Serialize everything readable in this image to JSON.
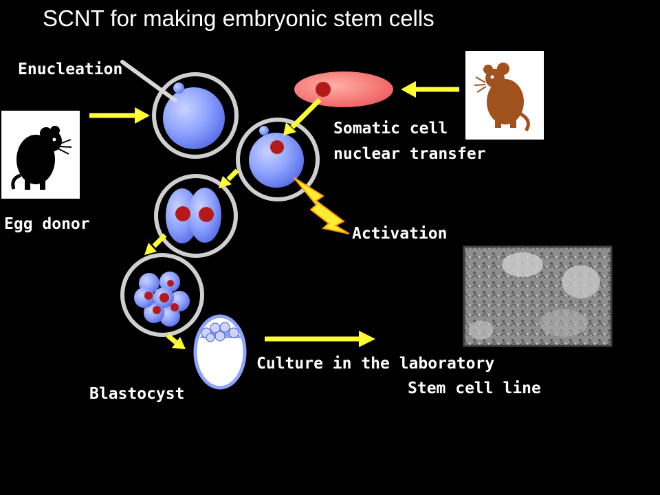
{
  "title": "SCNT for making embryonic stem cells",
  "labels": {
    "enucleation": "Enucleation",
    "egg_donor": "Egg donor",
    "somatic_line1": "Somatic cell",
    "somatic_line2": "nuclear transfer",
    "activation": "Activation",
    "culture": "Culture in the laboratory",
    "stem_cell_line": "Stem cell line",
    "blastocyst": "Blastocyst"
  },
  "colors": {
    "background": "#000000",
    "arrow": "#ffff33",
    "cell_fill": "#8fa3ff",
    "zona": "#bfbfbf",
    "nucleus": "#b41a1a",
    "somatic_cell": "#f06a6a",
    "donor_mouse": "#a0521e",
    "egg_mouse": "#000000",
    "lightning": "#ffee33"
  },
  "icons": {
    "egg_donor": "black-mouse-icon",
    "somatic_donor": "brown-mouse-icon",
    "activation": "lightning-bolt-icon",
    "stem_cells": "stem-cell-micrograph"
  }
}
